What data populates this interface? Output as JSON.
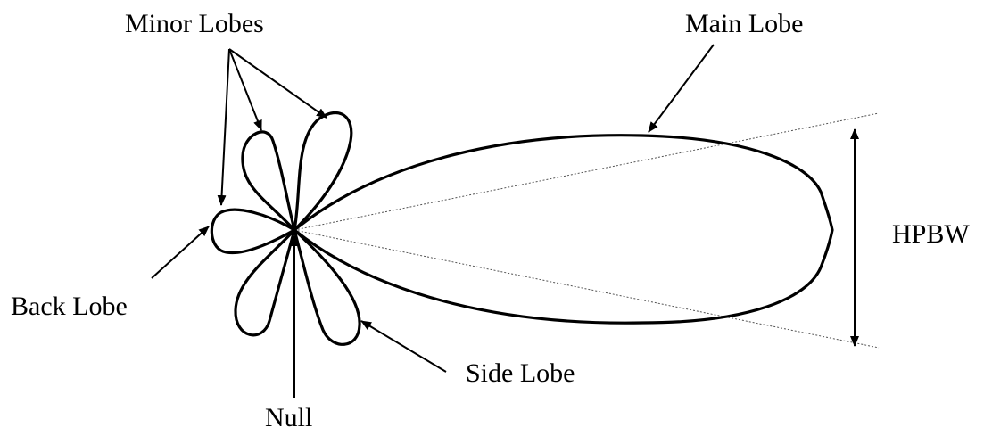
{
  "labels": {
    "minor_lobes": "Minor Lobes",
    "main_lobe": "Main Lobe",
    "hpbw": "HPBW",
    "back_lobe": "Back Lobe",
    "side_lobe": "Side Lobe",
    "null": "Null"
  },
  "colors": {
    "stroke": "#000000",
    "dotted_guide": "#555555",
    "background": "#ffffff"
  }
}
